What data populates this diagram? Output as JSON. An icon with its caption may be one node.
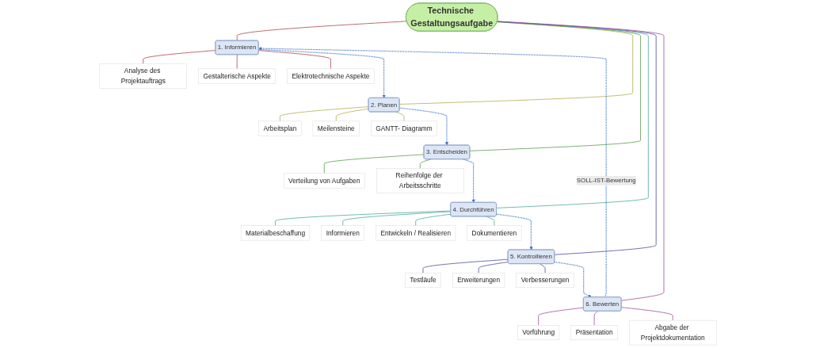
{
  "diagram": {
    "nodes": [
      {
        "text": [
          "Technische Gestaltungsaufgabe"
        ]
      },
      {
        "text": [
          "1. Informieren"
        ]
      },
      {
        "text": [
          "Analyse des Projektauftrags"
        ]
      },
      {
        "text": [
          "Gestalterische Aspekte"
        ]
      },
      {
        "text": [
          "Elektrotechnische Aspekte"
        ]
      },
      {
        "text": [
          "2. Planen"
        ]
      },
      {
        "text": [
          "Arbeitsplan"
        ]
      },
      {
        "text": [
          "Meilensteine"
        ]
      },
      {
        "text": [
          "GANTT- Diagramm"
        ]
      },
      {
        "text": [
          "3. Entscheiden"
        ]
      },
      {
        "text": [
          "Verteilung von Aufgaben"
        ]
      },
      {
        "text": [
          "Reihenfolge der Arbeitsschritte"
        ]
      },
      {
        "text": [
          "4. Durchführen"
        ]
      },
      {
        "text": [
          "Materialbeschaffung"
        ]
      },
      {
        "text": [
          "Informieren"
        ]
      },
      {
        "text": [
          "Entwickeln / Realisieren"
        ]
      },
      {
        "text": [
          "Dokumentieren"
        ]
      },
      {
        "text": [
          "5. Kontrollieren"
        ]
      },
      {
        "text": [
          "Testläufe"
        ]
      },
      {
        "text": [
          "Erweiterungen"
        ]
      },
      {
        "text": [
          "Verbesserungen"
        ]
      },
      {
        "text": [
          "6. Bewerten"
        ]
      },
      {
        "text": [
          "Vorführung"
        ]
      },
      {
        "text": [
          "Präsentation"
        ]
      },
      {
        "text": [
          "Abgabe der Projektdokumentation"
        ]
      }
    ],
    "edges": [
      {
        "from": 0,
        "to": 1,
        "arrow": "none",
        "color": "#a8464a"
      },
      {
        "from": 1,
        "to": 2,
        "arrow": "none",
        "color": "#a8464a"
      },
      {
        "from": 1,
        "to": 3,
        "arrow": "none",
        "color": "#a8464a"
      },
      {
        "from": 1,
        "to": 4,
        "arrow": "none",
        "color": "#a8464a"
      },
      {
        "from": 0,
        "to": 5,
        "arrow": "none",
        "color": "#b0ae50"
      },
      {
        "from": 5,
        "to": 6,
        "arrow": "none",
        "color": "#b0ae50"
      },
      {
        "from": 5,
        "to": 7,
        "arrow": "none",
        "color": "#b0ae50"
      },
      {
        "from": 5,
        "to": 8,
        "arrow": "none",
        "color": "#b0ae50"
      },
      {
        "from": 0,
        "to": 9,
        "arrow": "none",
        "color": "#5a9a50"
      },
      {
        "from": 9,
        "to": 10,
        "arrow": "none",
        "color": "#5a9a50"
      },
      {
        "from": 9,
        "to": 11,
        "arrow": "none",
        "color": "#5a9a50"
      },
      {
        "from": 0,
        "to": 12,
        "arrow": "none",
        "color": "#4aa89a"
      },
      {
        "from": 12,
        "to": 13,
        "arrow": "none",
        "color": "#4aa89a"
      },
      {
        "from": 12,
        "to": 14,
        "arrow": "none",
        "color": "#4aa89a"
      },
      {
        "from": 12,
        "to": 15,
        "arrow": "none",
        "color": "#4aa89a"
      },
      {
        "from": 12,
        "to": 16,
        "arrow": "none",
        "color": "#4aa89a"
      },
      {
        "from": 0,
        "to": 17,
        "arrow": "none",
        "color": "#4a4a9a"
      },
      {
        "from": 17,
        "to": 18,
        "arrow": "none",
        "color": "#4a4a9a"
      },
      {
        "from": 17,
        "to": 19,
        "arrow": "none",
        "color": "#4a4a9a"
      },
      {
        "from": 17,
        "to": 20,
        "arrow": "none",
        "color": "#4a4a9a"
      },
      {
        "from": 0,
        "to": 21,
        "arrow": "none",
        "color": "#a04a98"
      },
      {
        "from": 21,
        "to": 22,
        "arrow": "none",
        "color": "#a04a98"
      },
      {
        "from": 21,
        "to": 23,
        "arrow": "none",
        "color": "#a04a98"
      },
      {
        "from": 21,
        "to": 24,
        "arrow": "none",
        "color": "#a04a98"
      },
      {
        "from": 21,
        "to": 1,
        "arrow": "to",
        "label": "SOLL-IST-Bewertung",
        "style": "dashed",
        "color": "#3a70c8"
      },
      {
        "from": 1,
        "to": 5,
        "arrow": "to",
        "style": "dashed",
        "color": "#3a70c8"
      },
      {
        "from": 5,
        "to": 9,
        "arrow": "to",
        "style": "dashed",
        "color": "#3a70c8"
      },
      {
        "from": 9,
        "to": 12,
        "arrow": "to",
        "style": "dashed",
        "color": "#3a70c8"
      },
      {
        "from": 12,
        "to": 17,
        "arrow": "to",
        "style": "dashed",
        "color": "#3a70c8"
      },
      {
        "from": 17,
        "to": 21,
        "arrow": "to",
        "style": "dashed",
        "color": "#3a70c8"
      }
    ]
  }
}
